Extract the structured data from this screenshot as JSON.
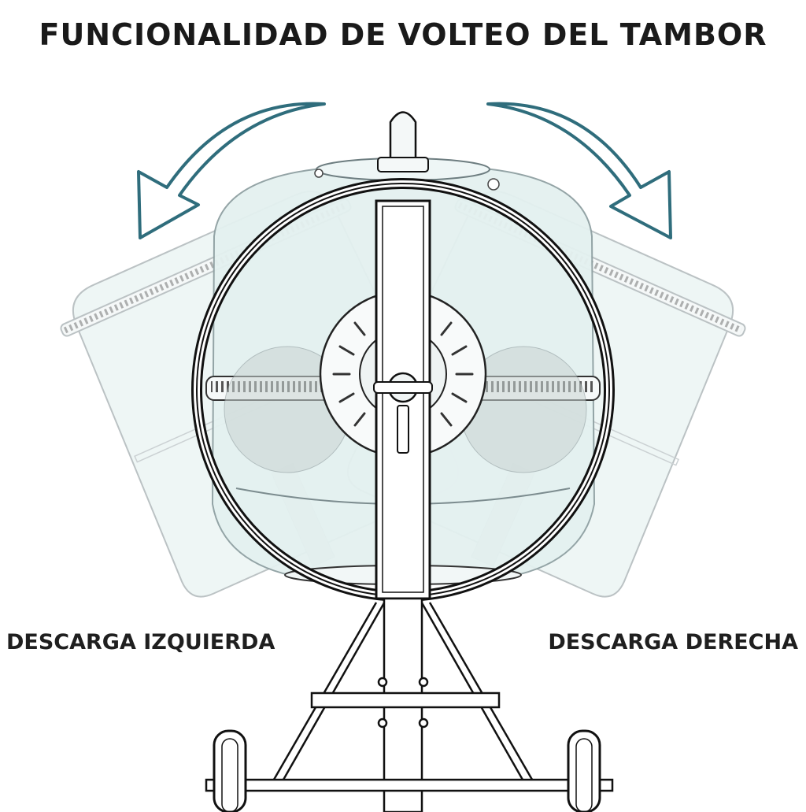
{
  "title": "FUNCIONALIDAD DE VOLTEO DEL TAMBOR",
  "labels": {
    "left": "DESCARGA IZQUIERDA",
    "right": "DESCARGA DERECHA"
  },
  "colors": {
    "arrow": "#2f6d7c",
    "drum_fill": "#e6f3f2",
    "ghost_stroke": "#a9b1b3",
    "line": "#1a1a1a"
  },
  "icons": [
    "curved-arrow-left-icon",
    "curved-arrow-right-icon"
  ]
}
